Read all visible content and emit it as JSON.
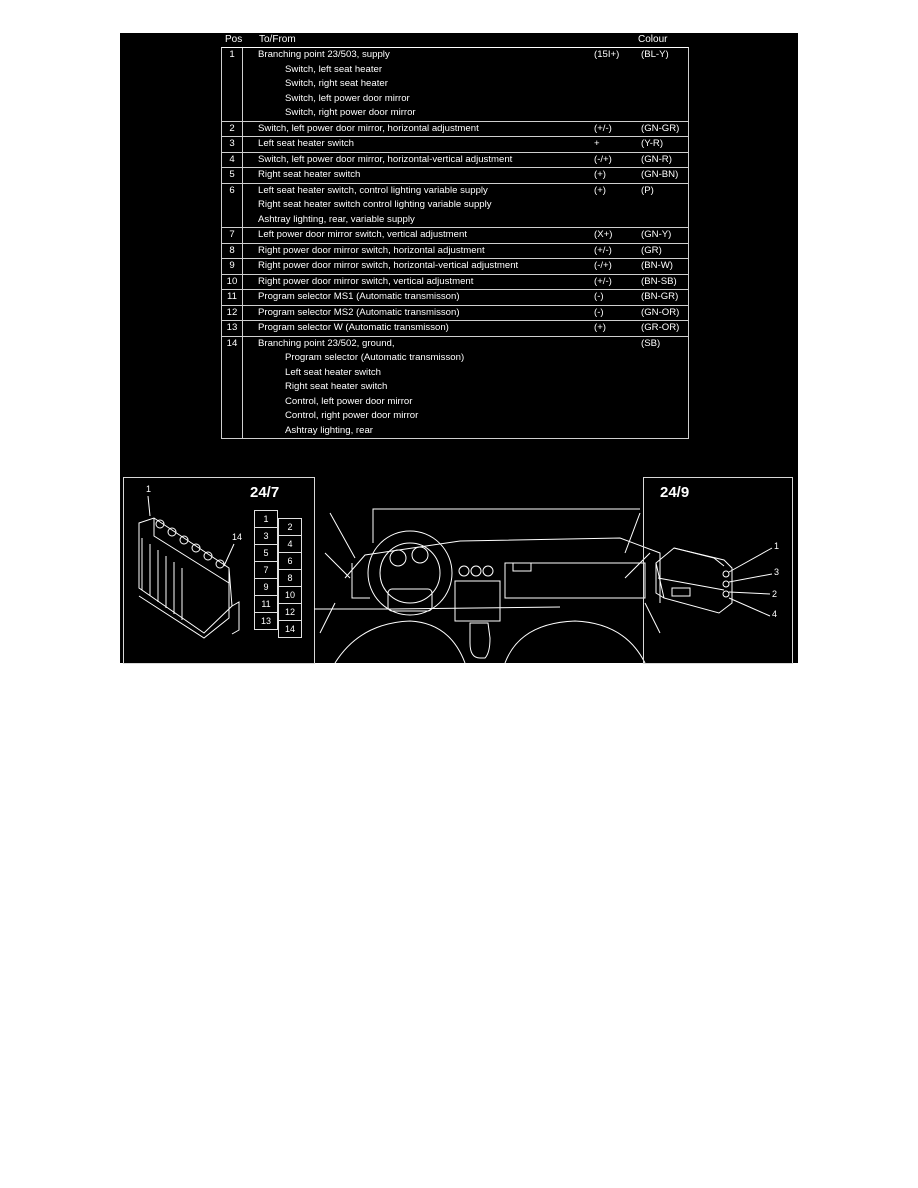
{
  "table": {
    "headers": {
      "pos": "Pos",
      "to_from": "To/From",
      "colour": "Colour"
    },
    "rows": [
      {
        "pos": "1",
        "lines": [
          "Branching point 23/503, supply"
        ],
        "sub": [
          "Switch, left seat heater",
          "Switch, right seat heater",
          "Switch, left power door mirror",
          "Switch, right power door mirror"
        ],
        "signal": "(15I+)",
        "colour": "(BL-Y)"
      },
      {
        "pos": "2",
        "lines": [
          "Switch, left power door mirror, horizontal adjustment"
        ],
        "sub": [],
        "signal": "(+/-)",
        "colour": "(GN-GR)"
      },
      {
        "pos": "3",
        "lines": [
          "Left seat heater switch"
        ],
        "sub": [],
        "signal": "+",
        "colour": "(Y-R)"
      },
      {
        "pos": "4",
        "lines": [
          "Switch, left power door mirror, horizontal-vertical adjustment"
        ],
        "sub": [],
        "signal": "(-/+)",
        "colour": "(GN-R)"
      },
      {
        "pos": "5",
        "lines": [
          "Right seat heater switch"
        ],
        "sub": [],
        "signal": "(+)",
        "colour": "(GN-BN)"
      },
      {
        "pos": "6",
        "lines": [
          "Left seat heater switch, control lighting variable supply",
          "Right seat heater switch control lighting variable supply",
          "Ashtray lighting, rear, variable supply"
        ],
        "sub": [],
        "signal": "(+)",
        "colour": "(P)"
      },
      {
        "pos": "7",
        "lines": [
          "Left power door mirror switch, vertical adjustment"
        ],
        "sub": [],
        "signal": "(X+)",
        "colour": "(GN-Y)"
      },
      {
        "pos": "8",
        "lines": [
          "Right power door mirror switch, horizontal adjustment"
        ],
        "sub": [],
        "signal": "(+/-)",
        "colour": "(GR)"
      },
      {
        "pos": "9",
        "lines": [
          "Right power door mirror switch, horizontal-vertical adjustment"
        ],
        "sub": [],
        "signal": "(-/+)",
        "colour": "(BN-W)"
      },
      {
        "pos": "10",
        "lines": [
          "Right power door mirror switch, vertical adjustment"
        ],
        "sub": [],
        "signal": "(+/-)",
        "colour": "(BN-SB)"
      },
      {
        "pos": "11",
        "lines": [
          "Program selector MS1 (Automatic transmisson)"
        ],
        "sub": [],
        "signal": "(-)",
        "colour": "(BN-GR)"
      },
      {
        "pos": "12",
        "lines": [
          "Program selector MS2 (Automatic transmisson)"
        ],
        "sub": [],
        "signal": "(-)",
        "colour": "(GN-OR)"
      },
      {
        "pos": "13",
        "lines": [
          "Program selector W (Automatic transmisson)"
        ],
        "sub": [],
        "signal": "(+)",
        "colour": "(GR-OR)"
      },
      {
        "pos": "14",
        "lines": [
          "Branching point 23/502, ground,"
        ],
        "sub": [
          "Program selector (Automatic transmisson)",
          "Left seat heater switch",
          "Right seat heater switch",
          "Control, left power door mirror",
          "Control, right power door mirror",
          "Ashtray lighting, rear"
        ],
        "signal": "",
        "colour": "(SB)"
      }
    ]
  },
  "connector_24_7": {
    "title": "24/7",
    "callouts": [
      "1",
      "14"
    ],
    "pins_left": [
      "1",
      "3",
      "5",
      "7",
      "9",
      "11",
      "13"
    ],
    "pins_right": [
      "2",
      "4",
      "6",
      "8",
      "10",
      "12",
      "14"
    ]
  },
  "connector_24_9": {
    "title": "24/9",
    "callouts": [
      "1",
      "3",
      "2",
      "4"
    ]
  },
  "dashboard_illustration": {
    "description": "dashboard-overview"
  }
}
